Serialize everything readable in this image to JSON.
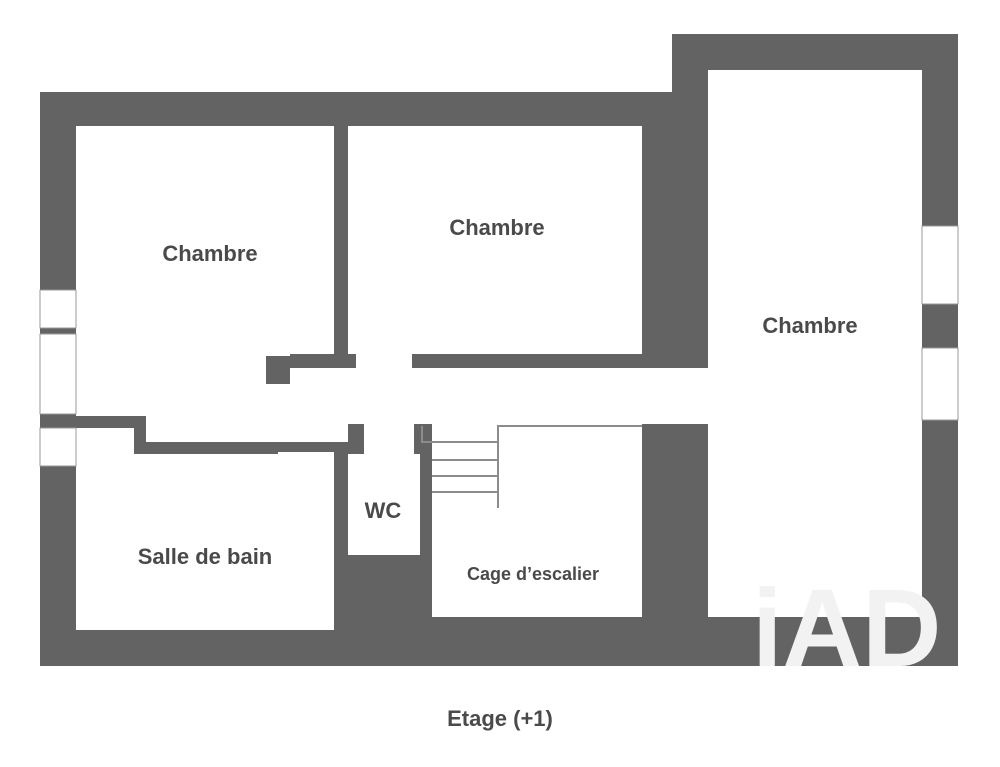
{
  "floor_caption": "Etage (+1)",
  "colors": {
    "wall": "#636363",
    "room": "#ffffff",
    "label": "#4a4a4a"
  },
  "rooms": {
    "chambre_left": "Chambre",
    "chambre_middle": "Chambre",
    "chambre_right": "Chambre",
    "salle_de_bain": "Salle de bain",
    "wc": "WC",
    "cage_escalier": "Cage d’escalier"
  },
  "watermark": "iAD"
}
